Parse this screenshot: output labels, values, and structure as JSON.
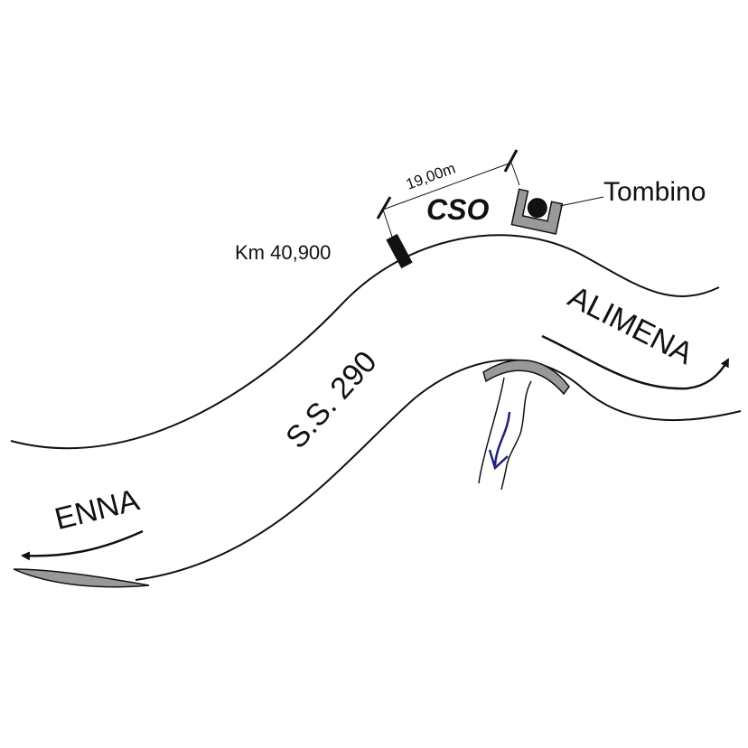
{
  "labels": {
    "cso": "CSO",
    "tombino": "Tombino",
    "distance": "19,00m",
    "km": "Km 40,900",
    "road": "S.S. 290",
    "enna": "ENNA",
    "alimena": "ALIMENA"
  },
  "colors": {
    "line": "#111111",
    "culvert": "#999999",
    "stream_arrow": "#22207a"
  }
}
